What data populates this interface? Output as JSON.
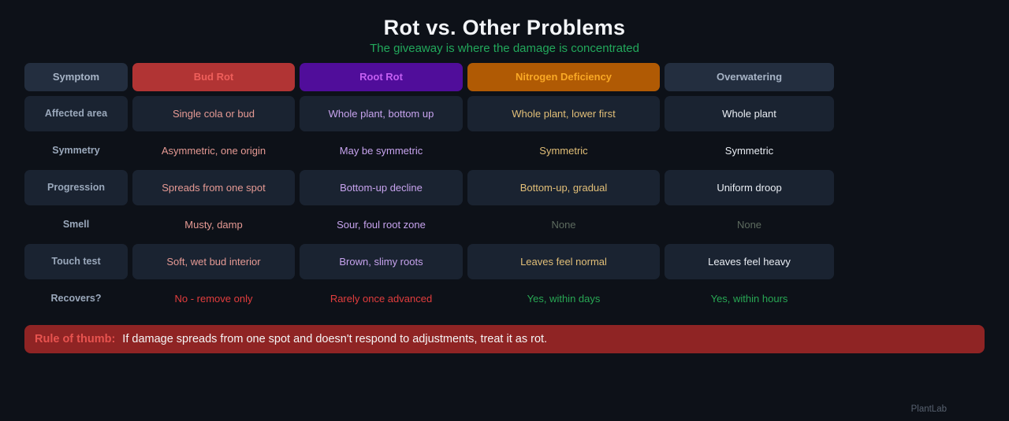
{
  "chart_data": {
    "type": "table",
    "title": "Rot vs. Other Problems",
    "subtitle": "The giveaway is where the damage is concentrated",
    "columns": [
      "Symptom",
      "Bud Rot",
      "Root Rot",
      "Nitrogen Deficiency",
      "Overwatering"
    ],
    "rows": [
      {
        "label": "Affected area",
        "values": [
          "Single cola or bud",
          "Whole plant, bottom up",
          "Whole plant, lower first",
          "Whole plant"
        ]
      },
      {
        "label": "Symmetry",
        "values": [
          "Asymmetric, one origin",
          "May be symmetric",
          "Symmetric",
          "Symmetric"
        ]
      },
      {
        "label": "Progression",
        "values": [
          "Spreads from one spot",
          "Bottom-up decline",
          "Bottom-up, gradual",
          "Uniform droop"
        ]
      },
      {
        "label": "Smell",
        "values": [
          "Musty, damp",
          "Sour, foul root zone",
          "None",
          "None"
        ]
      },
      {
        "label": "Touch test",
        "values": [
          "Soft, wet bud interior",
          "Brown, slimy roots",
          "Leaves feel normal",
          "Leaves feel heavy"
        ]
      },
      {
        "label": "Recovers?",
        "values": [
          "No - remove only",
          "Rarely once advanced",
          "Yes, within days",
          "Yes, within hours"
        ]
      }
    ],
    "legend_position": "none",
    "grid": false
  },
  "banner": {
    "label": "Rule of thumb:",
    "text": "If damage spreads from one spot and doesn't respond to adjustments, treat it as rot."
  },
  "footer": {
    "watermark": "PlantLab"
  },
  "colors": {
    "background": "#0d1118",
    "card": "#1a2331",
    "header_card": "#232e3f",
    "bud_rot_header_bg": "#b13434",
    "bud_rot_text": "#e69a94",
    "root_rot_header_bg": "#500d9a",
    "root_rot_text": "#c7a3ee",
    "nitrogen_header_bg": "#b05a04",
    "nitrogen_text": "#e2bf78",
    "overwatering_text": "#e9edf3",
    "subtitle_green": "#22a85b",
    "good_green": "#28a754",
    "bad_red": "#e23d3d",
    "none_muted": "#5d6b5f",
    "banner_bg": "#8f2424",
    "banner_label_red": "#e8534f"
  }
}
